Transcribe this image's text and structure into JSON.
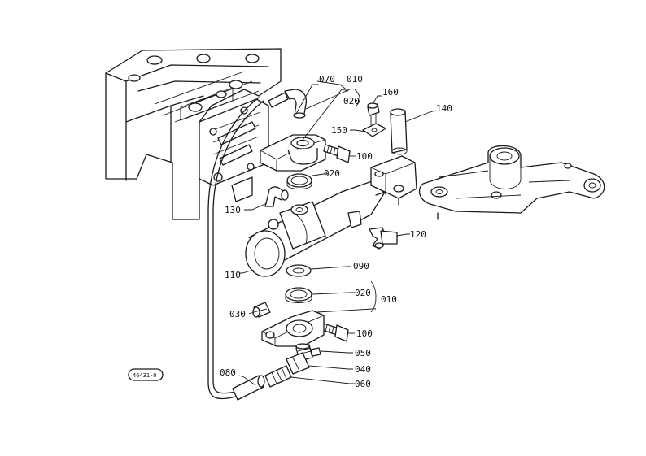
{
  "diagram": {
    "callouts": [
      {
        "id": "070",
        "text": "070"
      },
      {
        "id": "010-top",
        "text": "010"
      },
      {
        "id": "020-top",
        "text": "020"
      },
      {
        "id": "160",
        "text": "160"
      },
      {
        "id": "140",
        "text": "140"
      },
      {
        "id": "150",
        "text": "150"
      },
      {
        "id": "100-top",
        "text": "100"
      },
      {
        "id": "020-mid",
        "text": "020"
      },
      {
        "id": "130",
        "text": "130"
      },
      {
        "id": "120",
        "text": "120"
      },
      {
        "id": "110",
        "text": "110"
      },
      {
        "id": "090",
        "text": "090"
      },
      {
        "id": "020-low",
        "text": "020"
      },
      {
        "id": "010-low",
        "text": "010"
      },
      {
        "id": "030",
        "text": "030"
      },
      {
        "id": "100-low",
        "text": "100"
      },
      {
        "id": "050",
        "text": "050"
      },
      {
        "id": "040",
        "text": "040"
      },
      {
        "id": "080",
        "text": "080"
      },
      {
        "id": "060",
        "text": "060"
      }
    ],
    "stamp": "46431-0"
  }
}
